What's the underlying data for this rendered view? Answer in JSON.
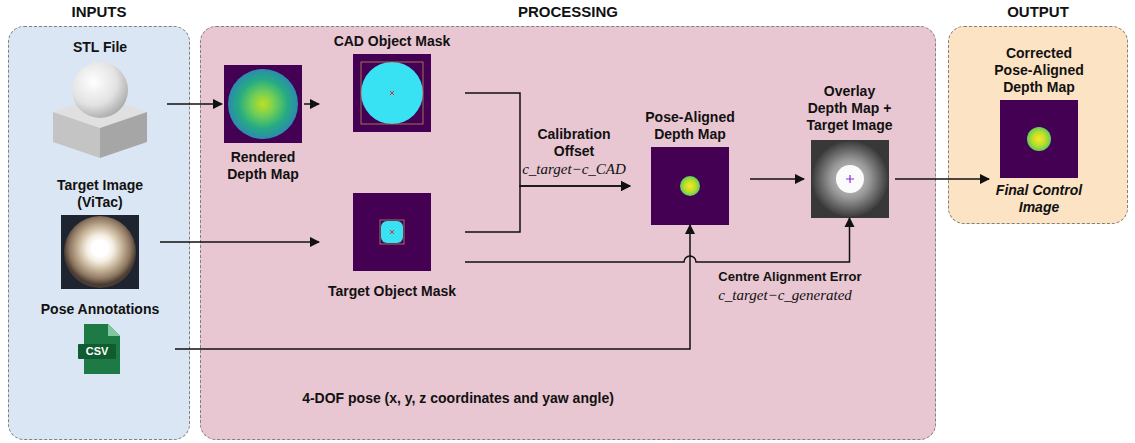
{
  "diagram": {
    "nodes": [
      {
        "text": [
          "INPUTS"
        ]
      },
      {
        "text": [
          "STL File"
        ],
        "in": 0
      },
      {
        "text": [
          "Target Image (ViTac)"
        ],
        "in": 0
      },
      {
        "text": [
          "Pose Annotations"
        ],
        "in": 0
      },
      {
        "text": [
          "PROCESSING"
        ]
      },
      {
        "text": [
          "Rendered Depth Map"
        ],
        "in": 4
      },
      {
        "text": [
          "CAD Object Mask"
        ],
        "in": 4
      },
      {
        "text": [
          "Target Object Mask"
        ],
        "in": 4
      },
      {
        "text": [
          "Pose-Aligned Depth Map"
        ],
        "in": 4
      },
      {
        "text": [
          "Overlay Depth Map + Target Image"
        ],
        "in": 4
      },
      {
        "text": [
          "OUTPUT"
        ]
      },
      {
        "text": [
          "Corrected Pose-Aligned Depth Map",
          "Final Control Image"
        ],
        "in": 10
      }
    ],
    "edges": [
      {
        "from": 1,
        "to": 5,
        "arrow": "to"
      },
      {
        "from": 5,
        "to": 6,
        "arrow": "to"
      },
      {
        "from": 2,
        "to": 7,
        "arrow": "to"
      },
      {
        "from": 6,
        "to": 8,
        "arrow": "to",
        "label": "Calibration Offset"
      },
      {
        "from": 7,
        "to": 8,
        "arrow": "to"
      },
      {
        "from": 7,
        "to": 9,
        "arrow": "to",
        "label": "Centre Alignment Error"
      },
      {
        "from": 3,
        "to": 8,
        "arrow": "to",
        "label": "4-DOF pose (x, y, z coordinates and yaw angle)"
      },
      {
        "from": 8,
        "to": 9,
        "arrow": "to"
      },
      {
        "from": 9,
        "to": 11,
        "arrow": "to"
      }
    ],
    "labels": [
      "CSV",
      "c_target−c_CAD",
      "c_target−c_generated"
    ]
  }
}
